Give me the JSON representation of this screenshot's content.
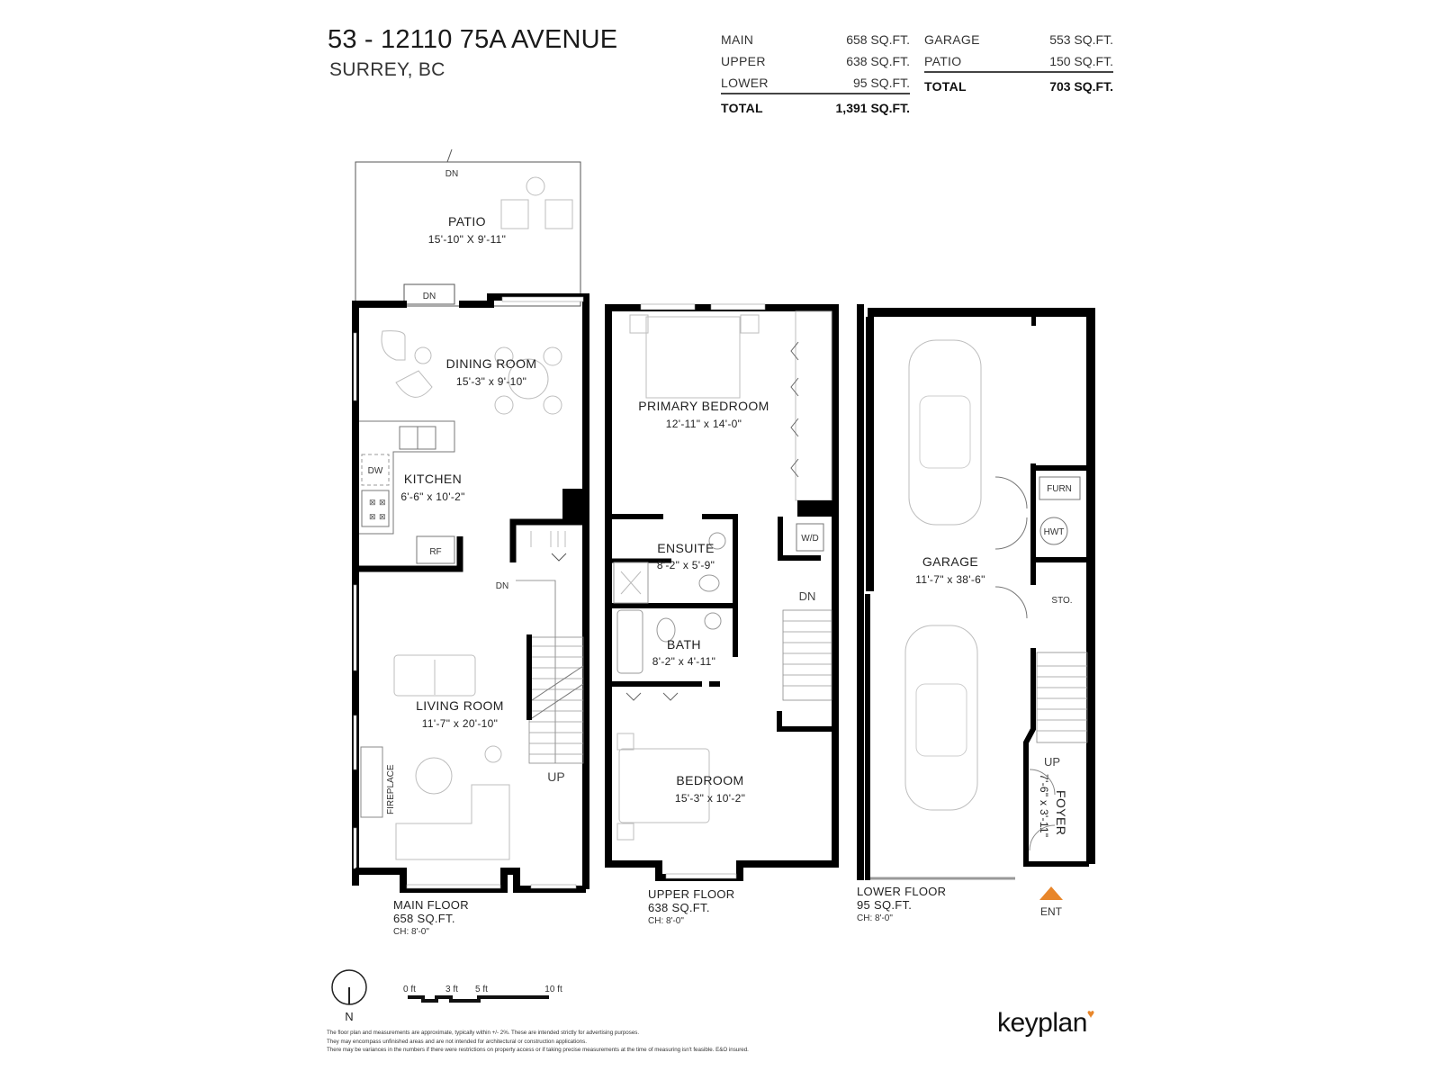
{
  "header": {
    "address": "53 - 12110 75A AVENUE",
    "city": "SURREY, BC"
  },
  "areas_living": {
    "rows": [
      {
        "label": "MAIN",
        "value": "658 SQ.FT."
      },
      {
        "label": "UPPER",
        "value": "638 SQ.FT."
      },
      {
        "label": "LOWER",
        "value": "95 SQ.FT."
      }
    ],
    "total": {
      "label": "TOTAL",
      "value": "1,391 SQ.FT."
    }
  },
  "areas_other": {
    "rows": [
      {
        "label": "GARAGE",
        "value": "553 SQ.FT."
      },
      {
        "label": "PATIO",
        "value": "150 SQ.FT."
      }
    ],
    "total": {
      "label": "TOTAL",
      "value": "703 SQ.FT."
    }
  },
  "main_floor": {
    "caption": "MAIN FLOOR",
    "area": "658 SQ.FT.",
    "ceiling": "CH: 8'-0\"",
    "rooms": [
      {
        "name": "PATIO",
        "dims": "15'-10\"  X   9'-11\""
      },
      {
        "name": "DINING ROOM",
        "dims": "15'-3\"  x  9'-10\""
      },
      {
        "name": "KITCHEN",
        "dims": "6'-6\"  x  10'-2\""
      },
      {
        "name": "LIVING ROOM",
        "dims": "11'-7\"  x  20'-10\""
      }
    ],
    "fixtures": {
      "dw": "DW",
      "rf": "RF",
      "fireplace": "FIREPLACE",
      "dn_patio": "DN",
      "dn_door": "DN",
      "dn_stair": "DN",
      "up_stair": "UP"
    }
  },
  "upper_floor": {
    "caption": "UPPER FLOOR",
    "area": "638 SQ.FT.",
    "ceiling": "CH: 8'-0\"",
    "rooms": [
      {
        "name": "PRIMARY BEDROOM",
        "dims": "12'-11\"  x  14'-0\""
      },
      {
        "name": "ENSUITE",
        "dims": "8'-2\"  x  5'-9\""
      },
      {
        "name": "BATH",
        "dims": "8'-2\"  x  4'-11\""
      },
      {
        "name": "BEDROOM",
        "dims": "15'-3\"  x  10'-2\""
      }
    ],
    "fixtures": {
      "wd": "W/D",
      "dn_stair": "DN"
    }
  },
  "lower_floor": {
    "caption": "LOWER FLOOR",
    "area": "95 SQ.FT.",
    "ceiling": "CH: 8'-0\"",
    "rooms": [
      {
        "name": "GARAGE",
        "dims": "11'-7\"  x  38'-6\""
      },
      {
        "name": "FOYER",
        "dims": "7'-6\"  x  3'-11\""
      }
    ],
    "fixtures": {
      "furn": "FURN",
      "hwt": "HWT",
      "sto": "STO.",
      "up_stair": "UP",
      "entrance": "ENT"
    }
  },
  "legend": {
    "north": "N",
    "scale": [
      "0 ft",
      "3 ft",
      "5 ft",
      "10 ft"
    ]
  },
  "disclaimer": [
    "The floor plan and measurements are approximate, typically within +/- 2%. These are intended strictly for advertising purposes.",
    "They may encompass unfinished areas and are not intended for architectural or construction applications.",
    "There may be variances in the numbers if there were restrictions on property access or if taking precise measurements at the time of measuring isn't feasible. E&O insured."
  ],
  "brand": {
    "name": "keyplan",
    "accent_color": "#e8862a"
  },
  "colors": {
    "wall": "#000000",
    "furniture": "#bdbdbd",
    "entrance_marker": "#e8862a"
  }
}
